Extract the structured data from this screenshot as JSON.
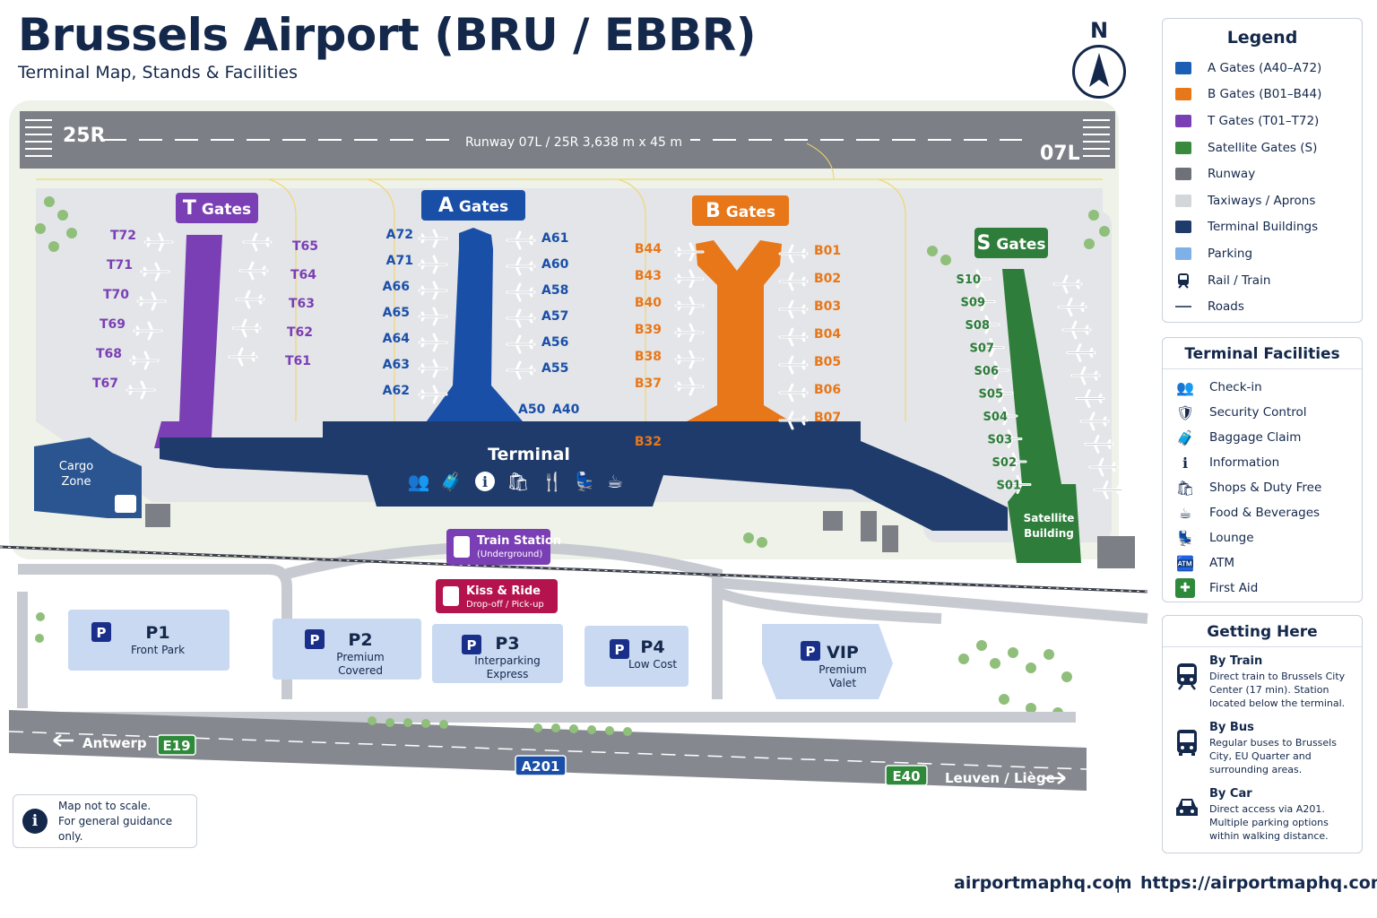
{
  "header": {
    "title": "Brussels Airport (BRU / EBBR)",
    "subtitle": "Terminal Map, Stands & Facilities"
  },
  "compass": {
    "label": "N"
  },
  "runway": {
    "left_end": "25R",
    "right_end": "07L",
    "label": "Runway 07L / 25R  3,638 m x 45 m"
  },
  "piers": {
    "T": {
      "letter": "T",
      "word": "Gates",
      "color": "#7b3fb5",
      "left_gates": [
        "T72",
        "T71",
        "T70",
        "T69",
        "T68",
        "T67"
      ],
      "right_gates": [
        "T65",
        "T64",
        "T63",
        "T62",
        "T61"
      ]
    },
    "A": {
      "letter": "A",
      "word": "Gates",
      "color": "#1a4fa8",
      "left_gates": [
        "A72",
        "A71",
        "A66",
        "A65",
        "A64",
        "A63",
        "A62"
      ],
      "right_gates": [
        "A61",
        "A60",
        "A58",
        "A57",
        "A56",
        "A55"
      ],
      "bottom_gates": [
        "A50",
        "A40"
      ]
    },
    "B": {
      "letter": "B",
      "word": "Gates",
      "color": "#e8771a",
      "left_gates": [
        "B44",
        "B43",
        "B40",
        "B39",
        "B38",
        "B37",
        "B32"
      ],
      "right_gates": [
        "B01",
        "B02",
        "B03",
        "B04",
        "B05",
        "B06",
        "B07"
      ]
    },
    "S": {
      "letter": "S",
      "word": "Gates",
      "color": "#2e7d3a",
      "gates": [
        "S10",
        "S09",
        "S08",
        "S07",
        "S06",
        "S05",
        "S04",
        "S03",
        "S02",
        "S01"
      ]
    }
  },
  "buildings": {
    "terminal": "Terminal",
    "satellite": [
      "Satellite",
      "Building"
    ],
    "cargo": [
      "Cargo",
      "Zone"
    ]
  },
  "train_station": {
    "title": "Train Station",
    "sub": "(Underground)"
  },
  "kiss_ride": {
    "title": "Kiss & Ride",
    "sub": "Drop-off / Pick-up"
  },
  "parking": [
    {
      "code": "P1",
      "lines": [
        "Front Park"
      ]
    },
    {
      "code": "P2",
      "lines": [
        "Premium",
        "Covered"
      ]
    },
    {
      "code": "P3",
      "lines": [
        "Interparking",
        "Express"
      ]
    },
    {
      "code": "P4",
      "lines": [
        "Low Cost"
      ]
    },
    {
      "code": "VIP",
      "lines": [
        "Premium",
        "Valet"
      ]
    }
  ],
  "parking_symbol": "P",
  "roads": {
    "antwerp": "Antwerp",
    "e19": "E19",
    "a201": "A201",
    "e40": "E40",
    "leuven": "Leuven / Liège"
  },
  "legend": {
    "title": "Legend",
    "items": [
      {
        "label": "A Gates (A40–A72)",
        "color": "#1a5fb4",
        "kind": "swatch"
      },
      {
        "label": "B Gates (B01–B44)",
        "color": "#e8771a",
        "kind": "swatch"
      },
      {
        "label": "T Gates (T01–T72)",
        "color": "#7b3fb5",
        "kind": "swatch"
      },
      {
        "label": "Satellite Gates (S)",
        "color": "#3a8a3e",
        "kind": "swatch"
      },
      {
        "label": "Runway",
        "color": "#6e7278",
        "kind": "swatch"
      },
      {
        "label": "Taxiways / Aprons",
        "color": "#d4d6d9",
        "kind": "swatch"
      },
      {
        "label": "Terminal Buildings",
        "color": "#1f3b6b",
        "kind": "swatch"
      },
      {
        "label": "Parking",
        "color": "#7fb0e8",
        "kind": "swatch"
      },
      {
        "label": "Rail / Train",
        "color": "#14284b",
        "kind": "train-icon"
      },
      {
        "label": "Roads",
        "color": "#14284b",
        "kind": "road-icon"
      }
    ]
  },
  "facilities": {
    "title": "Terminal Facilities",
    "items": [
      {
        "label": "Check-in",
        "icon": "check-in-icon",
        "glyph": "👥"
      },
      {
        "label": "Security Control",
        "icon": "shield-icon",
        "glyph": "🛡"
      },
      {
        "label": "Baggage Claim",
        "icon": "luggage-icon",
        "glyph": "🧳"
      },
      {
        "label": "Information",
        "icon": "info-icon",
        "glyph": "ℹ"
      },
      {
        "label": "Shops & Duty Free",
        "icon": "shopping-bag-icon",
        "glyph": "🛍"
      },
      {
        "label": "Food & Beverages",
        "icon": "coffee-cup-icon",
        "glyph": "☕"
      },
      {
        "label": "Lounge",
        "icon": "lounge-chair-icon",
        "glyph": "💺"
      },
      {
        "label": "ATM",
        "icon": "atm-icon",
        "glyph": "🏧"
      },
      {
        "label": "First Aid",
        "icon": "first-aid-icon",
        "glyph": "✚"
      }
    ]
  },
  "getting_here": {
    "title": "Getting Here",
    "items": [
      {
        "title": "By Train",
        "icon": "train-icon",
        "text": [
          "Direct train to Brussels City",
          "Center (17 min). Station",
          "located below the terminal."
        ]
      },
      {
        "title": "By Bus",
        "icon": "bus-icon",
        "text": [
          "Regular buses to Brussels",
          "City, EU Quarter and",
          "surrounding areas."
        ]
      },
      {
        "title": "By Car",
        "icon": "car-icon",
        "text": [
          "Direct access via A201.",
          "Multiple parking options",
          "within walking distance."
        ]
      }
    ]
  },
  "note": [
    "Map not to scale.",
    "For general guidance only."
  ],
  "footer": {
    "site": "airportmaphq.com",
    "separator": "|",
    "url": "https://airportmaphq.com/"
  },
  "colors": {
    "navy": "#14284b",
    "terminal": "#1f3b6b",
    "t_pier": "#7b3fb5",
    "a_pier": "#1a4fa8",
    "b_pier": "#e8771a",
    "s_pier": "#2e7d3a",
    "kiss_ride": "#b5134d",
    "parking_fill": "#c9d9f2"
  }
}
